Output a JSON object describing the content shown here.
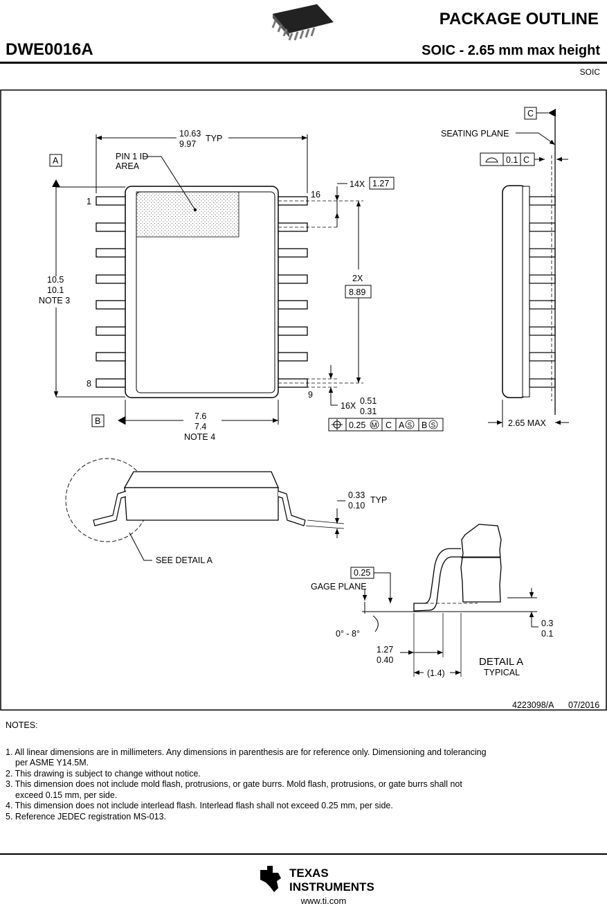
{
  "header": {
    "title": "PACKAGE OUTLINE",
    "part_number": "DWE0016A",
    "subtitle": "SOIC - 2.65 mm max height",
    "package_type": "SOIC"
  },
  "drawing": {
    "datums": {
      "a": "A",
      "b": "B",
      "c": "C"
    },
    "seating_plane": "SEATING PLANE",
    "flatness": {
      "value": "0.1",
      "datum": "C"
    },
    "width_dim": {
      "max": "10.63",
      "min": "9.97",
      "suffix": "TYP"
    },
    "pin1_label": [
      "PIN 1 ID",
      "AREA"
    ],
    "pins": {
      "p1": "1",
      "p8": "8",
      "p9": "9",
      "p16": "16"
    },
    "pitch": {
      "count": "14X",
      "value": "1.27"
    },
    "span": {
      "count": "2X",
      "value": "8.89"
    },
    "length_dim": {
      "max": "10.5",
      "min": "10.1",
      "note": "NOTE 3"
    },
    "body_width": {
      "max": "7.6",
      "min": "7.4",
      "note": "NOTE 4"
    },
    "lead_width": {
      "count": "16X",
      "max": "0.51",
      "min": "0.31"
    },
    "position_tol": {
      "value": "0.25",
      "c": "C",
      "a": "A",
      "b": "B"
    },
    "height": "2.65 MAX",
    "lead_thickness": {
      "max": "0.33",
      "min": "0.10",
      "suffix": "TYP"
    },
    "see_detail": "SEE DETAIL A",
    "detail": {
      "gage_value": "0.25",
      "gage_plane": "GAGE PLANE",
      "angle": "0° - 8°",
      "standoff": {
        "max": "0.3",
        "min": "0.1"
      },
      "foot_length": {
        "max": "1.27",
        "min": "0.40"
      },
      "ref": "(1.4)",
      "title": "DETAIL A",
      "subtitle": "TYPICAL"
    },
    "drawing_number": "4223098/A",
    "date": "07/2016"
  },
  "notes": {
    "title": "NOTES:",
    "items": [
      "1. All linear dimensions are in millimeters. Any dimensions in parenthesis are for reference only. Dimensioning and tolerancing",
      "per ASME Y14.5M.",
      "2. This drawing is subject to change without notice.",
      "3. This dimension does not include mold flash, protrusions, or gate burrs. Mold flash, protrusions, or gate burrs shall not",
      "exceed 0.15 mm, per side.",
      "4. This dimension does not include interlead flash. Interlead flash shall not exceed 0.25 mm, per side.",
      "5. Reference JEDEC registration MS-013."
    ]
  },
  "footer": {
    "logo_line1": "TEXAS",
    "logo_line2": "INSTRUMENTS",
    "url": "www.ti.com"
  }
}
